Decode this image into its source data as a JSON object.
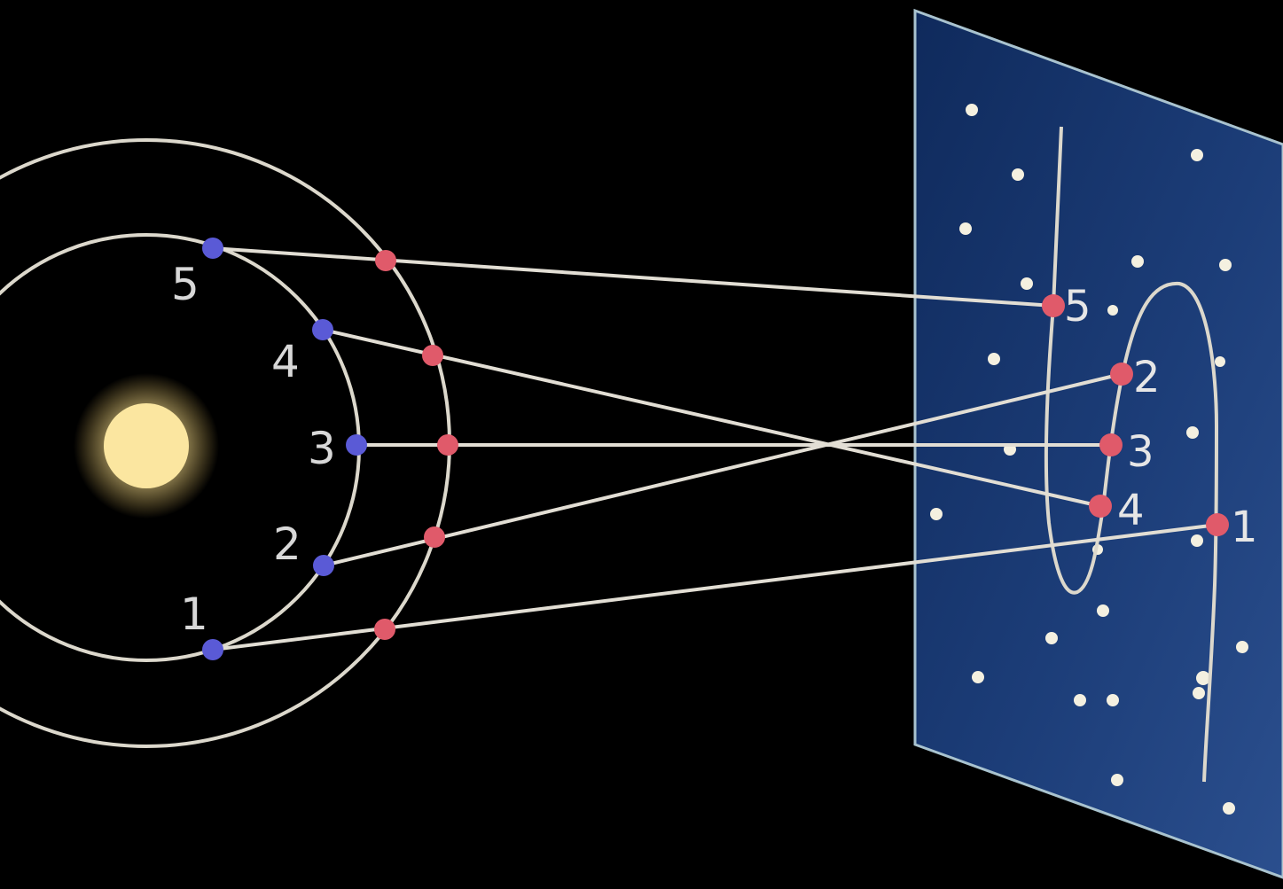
{
  "colors": {
    "background": "#000000",
    "orbit_line": "#dcd8cc",
    "sight_line": "#e2ded4",
    "earth_dot": "#5a5ad6",
    "mars_dot": "#e05a6a",
    "sun_core": "#fbe6a0",
    "sky_panel": "#1b3a73",
    "star": "#f4f0e0"
  },
  "sun": {
    "icon": "sun-icon"
  },
  "earth_positions": [
    {
      "label": "1"
    },
    {
      "label": "2"
    },
    {
      "label": "3"
    },
    {
      "label": "4"
    },
    {
      "label": "5"
    }
  ],
  "apparent_positions": [
    {
      "label": "1"
    },
    {
      "label": "2"
    },
    {
      "label": "3"
    },
    {
      "label": "4"
    },
    {
      "label": "5"
    }
  ]
}
